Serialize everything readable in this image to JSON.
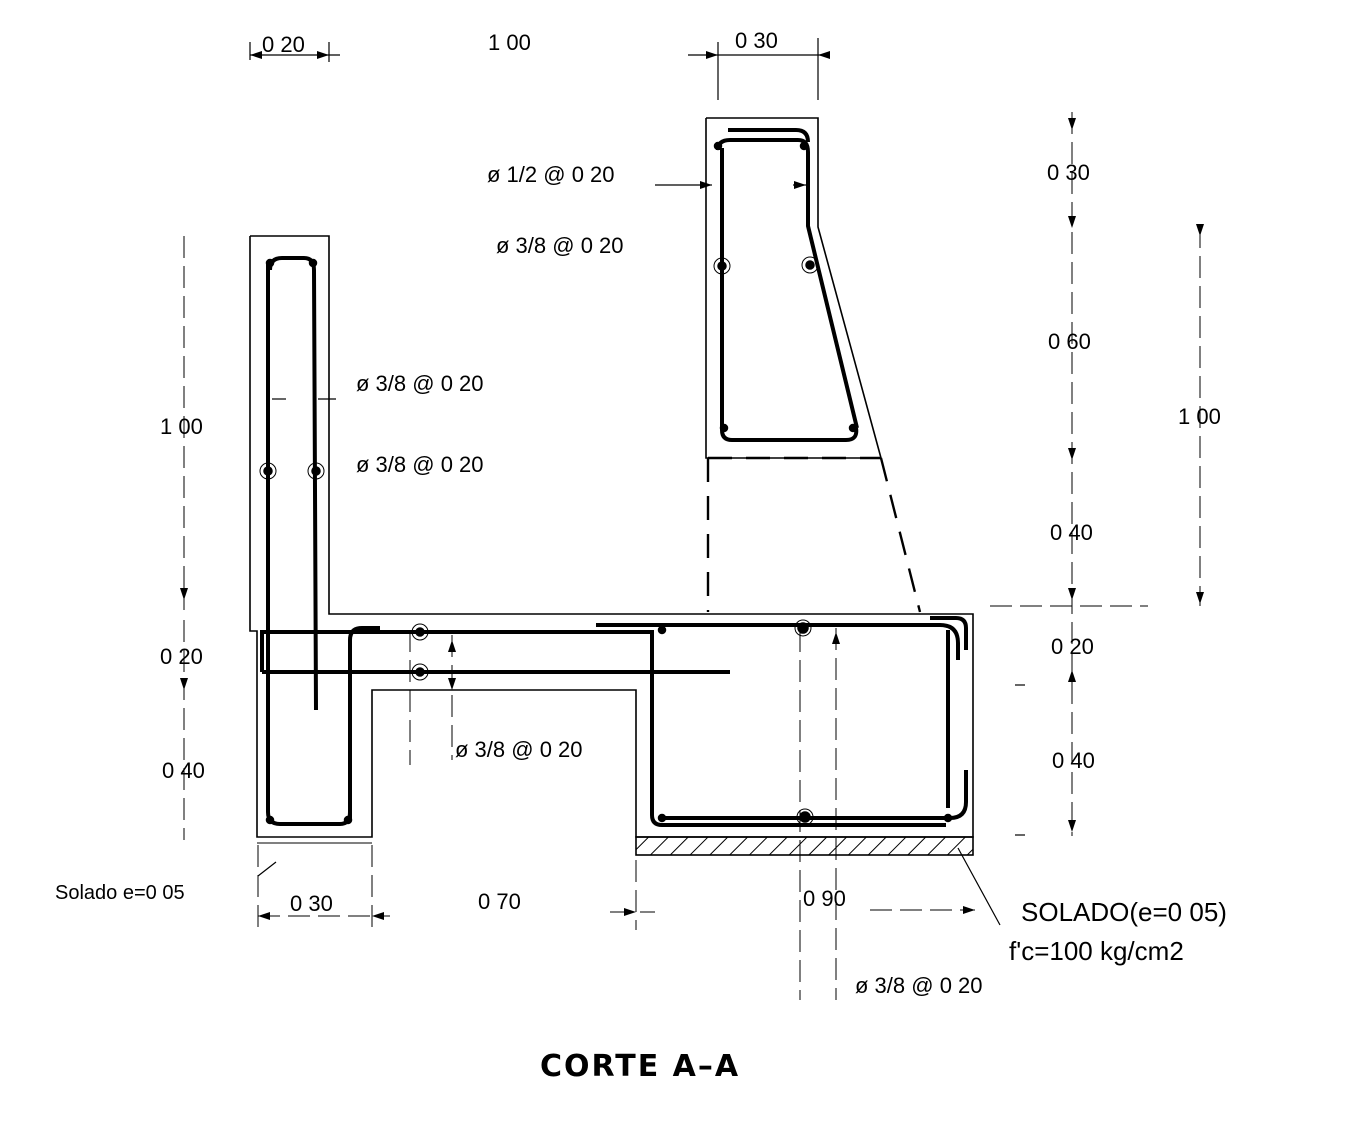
{
  "title": "CORTE A–A",
  "dimensions": {
    "top_left_width": "0 20",
    "top_span": "1 00",
    "top_right_width": "0 30",
    "left_wall_height": "1 00",
    "left_slab_thickness": "0 20",
    "left_footing_height": "0 40",
    "right_top": "0 30",
    "right_mid": "0 60",
    "right_lower": "0 40",
    "right_slab": "0 20",
    "right_footing": "0 40",
    "right_total": "1 00",
    "bottom_left": "0 30",
    "bottom_mid": "0 70",
    "bottom_right": "0 90"
  },
  "rebar": {
    "top_right_main": "ø 1/2 @ 0 20",
    "top_right_dist": "ø 3/8 @ 0 20",
    "left_wall_main": "ø 3/8 @ 0 20",
    "left_wall_dist": "ø 3/8 @ 0 20",
    "slab": "ø 3/8 @ 0 20",
    "footing": "ø 3/8 @ 0 20"
  },
  "notes": {
    "solado_left": "Solado e=0 05",
    "solado_right_line1": "SOLADO(e=0 05)",
    "solado_right_line2": "f'c=100 kg/cm2"
  }
}
